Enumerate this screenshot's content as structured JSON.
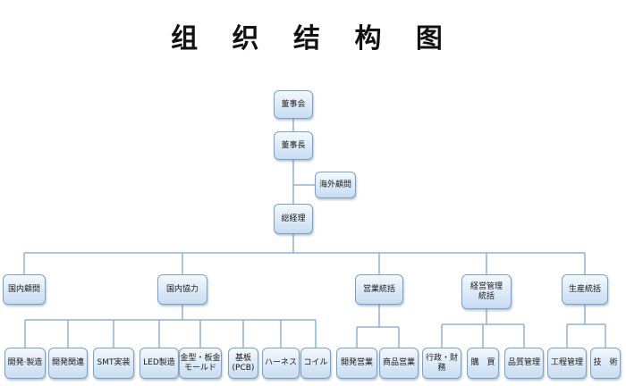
{
  "title": "组 织 结 构 图",
  "nodes": {
    "board": "董事会",
    "chairman": "董事長",
    "overseas_advisor": "海外顧問",
    "general_manager": "総経理",
    "domestic_advisor": "国内顧問",
    "domestic_cooperation": "国内協力",
    "sales_control": "営業統括",
    "management_control": "経営管理\n統括",
    "production_control": "生産統括",
    "dev_manufacturing": "開発·製造",
    "dev_related": "開発関連",
    "smt_mounting": "SMT実装",
    "led_manufacturing": "LED製造",
    "die_sheetmetal_mold": "金型・板金\nモールド",
    "pcb_board": "基板\n(PCB)",
    "harness": "ハーネス",
    "coil": "コイル",
    "dev_sales": "開発営業",
    "product_sales": "商品営業",
    "admin_finance": "行政・財務",
    "purchasing": "購　買",
    "quality_control": "品質管理",
    "process_control": "工程管理",
    "technology": "技　術"
  },
  "colors": {
    "box_fill_top": "#f3f8fd",
    "box_fill_bottom": "#c8dcf1",
    "box_border": "#7c9fc6",
    "connector": "#8fb0d6"
  }
}
